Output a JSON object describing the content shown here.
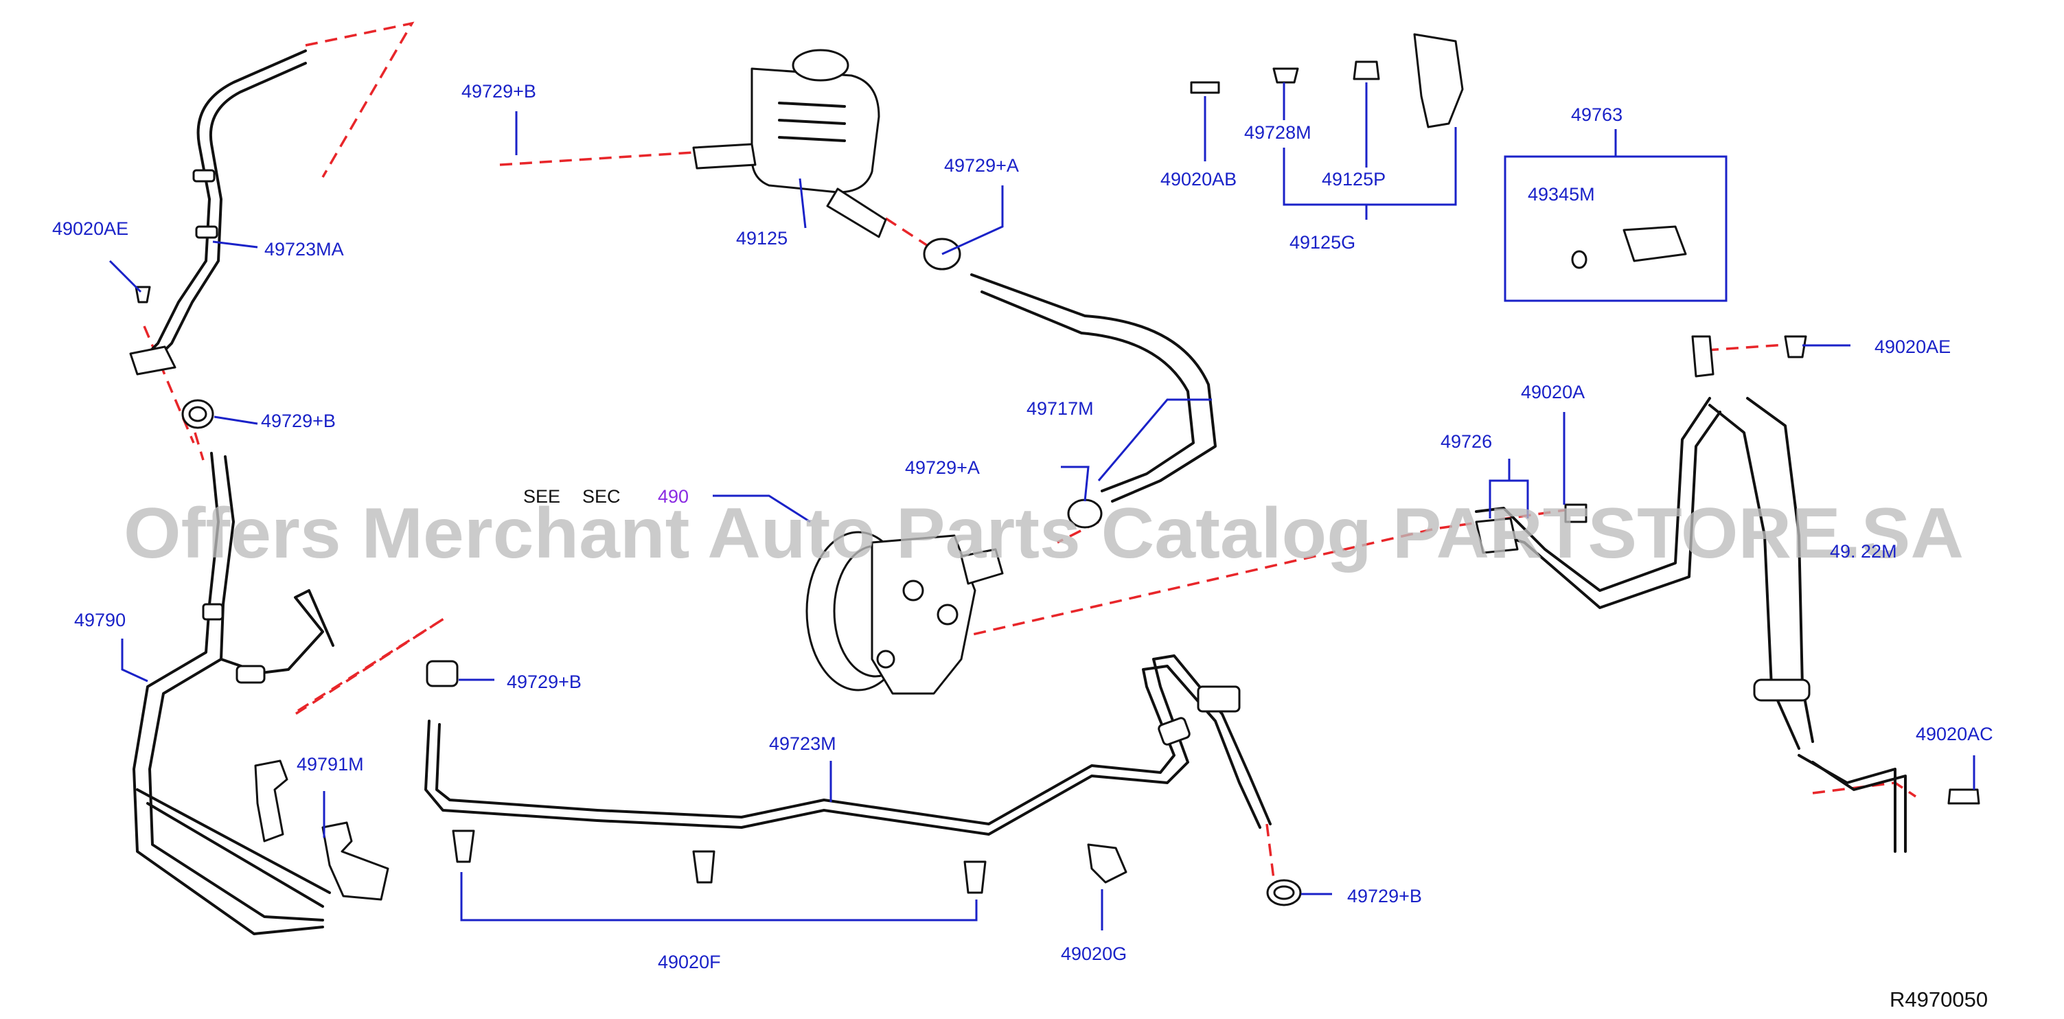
{
  "diagram": {
    "parts": [
      {
        "id": "p1",
        "label": "49729+B"
      },
      {
        "id": "p2",
        "label": "49125"
      },
      {
        "id": "p3",
        "label": "49729+A"
      },
      {
        "id": "p4",
        "label": "49020AB"
      },
      {
        "id": "p5",
        "label": "49728M"
      },
      {
        "id": "p6",
        "label": "49125P"
      },
      {
        "id": "p7",
        "label": "49125G"
      },
      {
        "id": "p8",
        "label": "49763"
      },
      {
        "id": "p9",
        "label": "49345M"
      },
      {
        "id": "p10",
        "label": "49020AE"
      },
      {
        "id": "p11",
        "label": "49723MA"
      },
      {
        "id": "p12",
        "label": "49729+B"
      },
      {
        "id": "p13",
        "label": "49717M"
      },
      {
        "id": "p14",
        "label": "49729+A"
      },
      {
        "id": "p15",
        "label": "49020AE"
      },
      {
        "id": "p16",
        "label": "49020A"
      },
      {
        "id": "p17",
        "label": "49726"
      },
      {
        "id": "p18",
        "label": "49. 22M"
      },
      {
        "id": "p19",
        "label": "49790"
      },
      {
        "id": "p20",
        "label": "49729+B"
      },
      {
        "id": "p21",
        "label": "49723M"
      },
      {
        "id": "p22",
        "label": "49791M"
      },
      {
        "id": "p23",
        "label": "49020AC"
      },
      {
        "id": "p24",
        "label": "49729+B"
      },
      {
        "id": "p25",
        "label": "49020G"
      },
      {
        "id": "p26",
        "label": "49020F"
      }
    ],
    "section_ref": {
      "see": "SEE",
      "sec": "SEC",
      "number": "490"
    },
    "watermark": "Offers Merchant Auto Parts Catalog PARTSTORE.SA",
    "reference_code": "R4970050"
  }
}
